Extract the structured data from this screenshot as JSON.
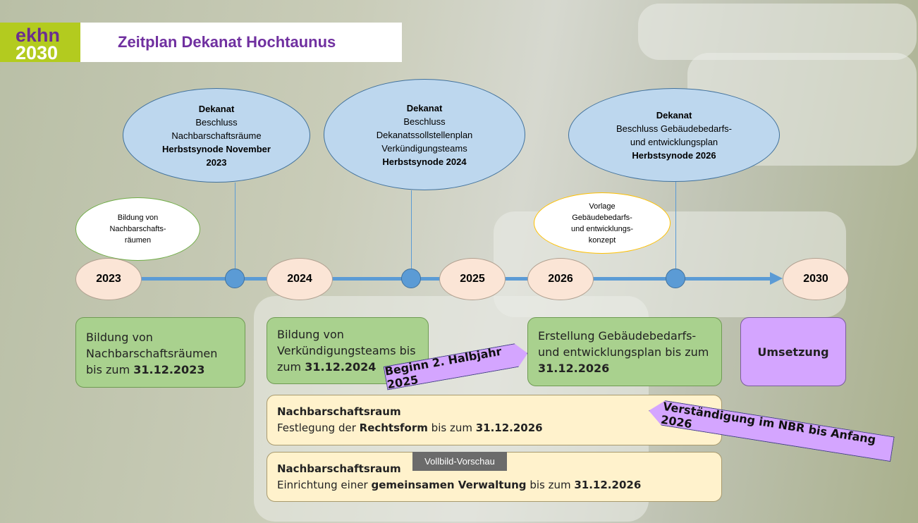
{
  "logo": {
    "line1": "ekhn",
    "line2": "2030"
  },
  "title": "Zeitplan Dekanat Hochtaunus",
  "ellipses": [
    {
      "l1": "Dekanat",
      "l2": "Beschluss",
      "l3": "Nachbarschaftsräume",
      "l4": "Herbstsynode November",
      "l5": "2023"
    },
    {
      "l1": "Dekanat",
      "l2": "Beschluss",
      "l3": "Dekanatssollstellenplan",
      "l4": "Verkündigungsteams",
      "l5": "Herbstsynode 2024"
    },
    {
      "l1": "Dekanat",
      "l2": "Beschluss Gebäudebedarfs-",
      "l3": "und entwicklungsplan",
      "l4": "Herbstsynode 2026"
    }
  ],
  "small_ellipses": [
    {
      "l1": "Bildung von",
      "l2": "Nachbarschafts-",
      "l3": "räumen"
    },
    {
      "l1": "Vorlage",
      "l2": "Gebäudebedarfs-",
      "l3": "und entwicklungs-",
      "l4": "konzept"
    }
  ],
  "years": [
    "2023",
    "2024",
    "2025",
    "2026",
    "2030"
  ],
  "boxes": [
    {
      "text": "Bildung von Nachbarschaftsräumen bis zum ",
      "bold": "31.12.2023"
    },
    {
      "text": "Bildung von Verkündigungsteams bis zum ",
      "bold": "31.12.2024"
    },
    {
      "text": "Erstellung Gebäudebedarfs- und entwicklungsplan bis zum ",
      "bold": "31.12.2026"
    },
    {
      "bold": "Umsetzung"
    }
  ],
  "nbr": [
    {
      "head": "Nachbarschaftsraum",
      "t1": "Festlegung der ",
      "b1": "Rechtsform",
      "t2": " bis zum ",
      "b2": "31.12.2026"
    },
    {
      "head": "Nachbarschaftsraum",
      "t1": "Einrichtung einer ",
      "b1": "gemeinsamen Verwaltung",
      "t2": " bis zum ",
      "b2": "31.12.2026"
    }
  ],
  "tags": {
    "start": "Beginn 2. Halbjahr 2025",
    "nbr": "Verständigung im NBR bis Anfang 2026"
  },
  "tooltip": "Vollbild-Vorschau"
}
